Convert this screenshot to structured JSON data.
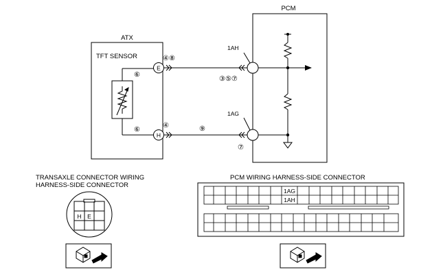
{
  "atx": {
    "title": "ATX",
    "sensor_label": "TFT SENSOR",
    "terminal_e": "E",
    "terminal_h": "H"
  },
  "pcm": {
    "title": "PCM",
    "term_1ah": "1AH",
    "term_1ag": "1AG"
  },
  "circled_refs": {
    "e_top": "④⑧",
    "e_left": "⑥",
    "h_left": "⑥",
    "h_top": "④",
    "wire_h": "⑨",
    "pcm_1ah": "③⑤⑦",
    "pcm_1ag": "⑦"
  },
  "transaxle_connector": {
    "caption_line1": "TRANSAXLE CONNECTOR WIRING",
    "caption_line2": "HARNESS-SIDE CONNECTOR",
    "pin_h": "H",
    "pin_e": "E"
  },
  "pcm_connector": {
    "caption": "PCM WIRING HARNESS-SIDE CONNECTOR",
    "pin_1ag": "1AG",
    "pin_1ah": "1AH"
  }
}
